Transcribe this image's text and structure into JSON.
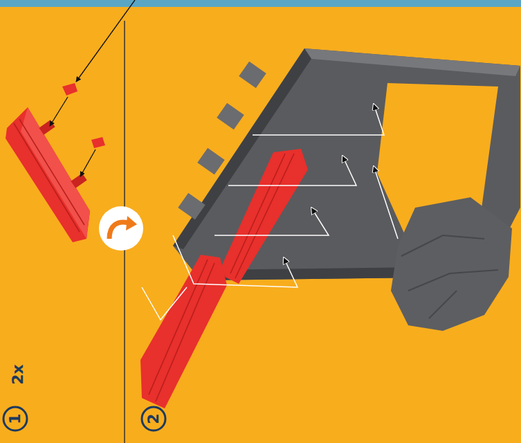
{
  "diagram": {
    "nodes": [
      {
        "text": [
          "1"
        ]
      },
      {
        "text": [
          "2"
        ]
      }
    ],
    "labels": [
      "2x"
    ]
  }
}
